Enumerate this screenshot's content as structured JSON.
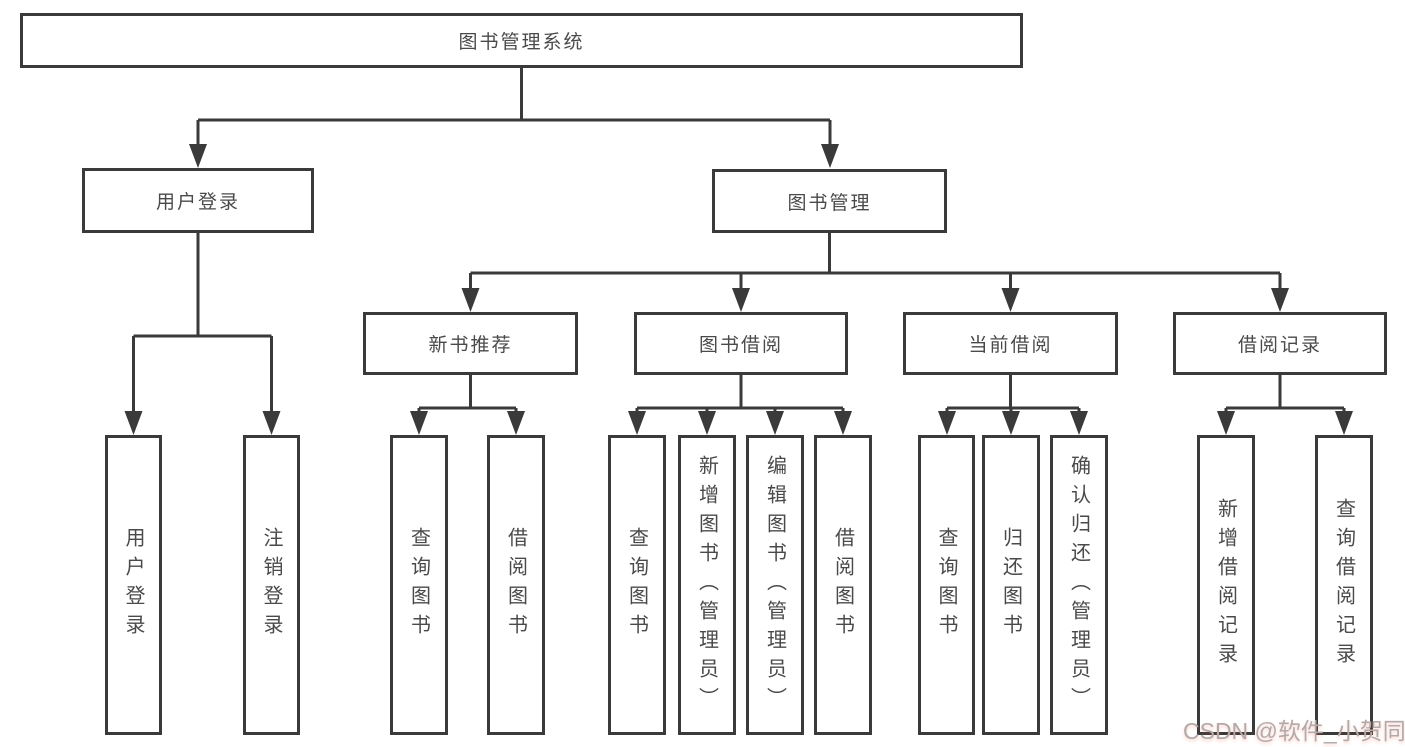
{
  "root": {
    "label": "图书管理系统"
  },
  "branch_user": {
    "label": "用户登录",
    "children": [
      {
        "label": "用户登录"
      },
      {
        "label": "注销登录"
      }
    ]
  },
  "branch_books": {
    "label": "图书管理",
    "groups": [
      {
        "label": "新书推荐",
        "children": [
          {
            "label": "查询图书"
          },
          {
            "label": "借阅图书"
          }
        ]
      },
      {
        "label": "图书借阅",
        "children": [
          {
            "label": "查询图书"
          },
          {
            "label": "新增图书（管理员）"
          },
          {
            "label": "编辑图书（管理员）"
          },
          {
            "label": "借阅图书"
          }
        ]
      },
      {
        "label": "当前借阅",
        "children": [
          {
            "label": "查询图书"
          },
          {
            "label": "归还图书"
          },
          {
            "label": "确认归还（管理员）"
          }
        ]
      },
      {
        "label": "借阅记录",
        "children": [
          {
            "label": "新增借阅记录"
          },
          {
            "label": "查询借阅记录"
          }
        ]
      }
    ]
  },
  "watermark": {
    "text": "CSDN @软件_小贺同学"
  },
  "colors": {
    "line": "#3a3a3a",
    "box_border": "#3a3a3a",
    "text": "#4a4a4a",
    "background": "#ffffff",
    "watermark": "#b1aaaa"
  }
}
